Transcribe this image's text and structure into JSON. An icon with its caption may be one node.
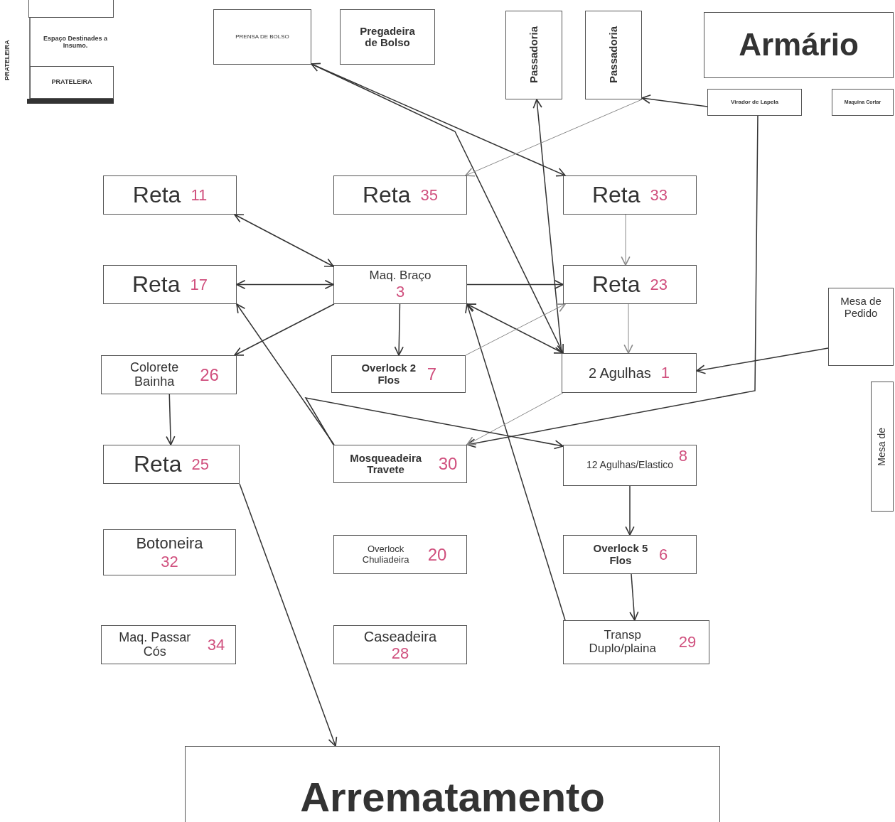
{
  "diagram": {
    "nodes": [
      {
        "text": [],
        "shape": "box"
      },
      {
        "text": [
          "PRATELEIRA"
        ]
      },
      {
        "text": [
          "PRENSA DE BOLSO"
        ]
      },
      {
        "text": [
          "Pregadeira de Bolso"
        ]
      },
      {
        "text": [
          "Passadoria"
        ]
      },
      {
        "text": [
          "Passadoria"
        ]
      },
      {
        "text": [
          "Armário"
        ]
      },
      {
        "text": [
          "Virador de Lapela"
        ]
      },
      {
        "text": [
          "Maquina Cortar"
        ]
      },
      {
        "text": [
          "Reta",
          "11"
        ]
      },
      {
        "text": [
          "Reta",
          "35"
        ]
      },
      {
        "text": [
          "Reta",
          "33"
        ]
      },
      {
        "text": [
          "Reta",
          "17"
        ]
      },
      {
        "text": [
          "Maq. Braço",
          "3"
        ]
      },
      {
        "text": [
          "Reta",
          "23"
        ]
      },
      {
        "text": [
          "Mesa de Pedido"
        ]
      },
      {
        "text": [
          "Colorete Bainha",
          "26"
        ]
      },
      {
        "text": [
          "Overlock 2 Flos",
          "7"
        ]
      },
      {
        "text": [
          "2 Agulhas",
          "1"
        ]
      },
      {
        "text": [
          "Mesa de"
        ]
      },
      {
        "text": [
          "Reta",
          "25"
        ]
      },
      {
        "text": [
          "Mosqueadeira Travete",
          "30"
        ]
      },
      {
        "text": [
          "12 Agulhas/Elastico",
          "8"
        ]
      },
      {
        "text": [
          "Botoneira",
          "32"
        ]
      },
      {
        "text": [
          "Overlock Chuliadeira",
          "20"
        ]
      },
      {
        "text": [
          "Overlock 5 Flos",
          "6"
        ]
      },
      {
        "text": [
          "Maq. Passar Cós",
          "34"
        ]
      },
      {
        "text": [
          "Caseadeira",
          "28"
        ]
      },
      {
        "text": [
          "Transp Duplo/plaina",
          "29"
        ]
      },
      {
        "text": [
          "Arrematamento"
        ]
      }
    ],
    "edges": [
      {
        "from": 9,
        "to": 13,
        "arrow": "both"
      },
      {
        "from": 12,
        "to": 13,
        "arrow": "both"
      },
      {
        "from": 13,
        "to": 14,
        "arrow": "to"
      },
      {
        "from": 13,
        "to": 16,
        "arrow": "to"
      },
      {
        "from": 13,
        "to": 17,
        "arrow": "to"
      },
      {
        "from": 11,
        "to": 14,
        "arrow": "to",
        "color": "#8a8a8a"
      },
      {
        "from": 14,
        "to": 18,
        "arrow": "to",
        "color": "#8a8a8a"
      },
      {
        "from": 15,
        "to": 18,
        "arrow": "to"
      },
      {
        "from": 16,
        "to": 20,
        "arrow": "to"
      },
      {
        "from": 20,
        "to": 29,
        "arrow": "to"
      },
      {
        "from": 22,
        "to": 25,
        "arrow": "to"
      },
      {
        "from": 25,
        "to": 28,
        "arrow": "to"
      },
      {
        "from": 28,
        "to": 13,
        "arrow": "to"
      },
      {
        "from": 18,
        "to": 13,
        "arrow": "both"
      },
      {
        "from": 18,
        "to": 4,
        "arrow": "to"
      },
      {
        "from": 2,
        "to": 11,
        "arrow": "both"
      },
      {
        "from": 2,
        "to": 18,
        "arrow": "to"
      },
      {
        "from": 7,
        "to": 5,
        "arrow": "to"
      },
      {
        "from": 5,
        "to": 10,
        "arrow": "to",
        "color": "#8a8a8a"
      },
      {
        "from": 7,
        "to": 21,
        "arrow": "to"
      },
      {
        "from": 18,
        "to": 21,
        "arrow": "to",
        "color": "#8a8a8a"
      },
      {
        "from": 17,
        "to": 14,
        "arrow": "to",
        "color": "#8a8a8a"
      },
      {
        "from": 21,
        "to": 12,
        "arrow": "to"
      },
      {
        "from": 21,
        "to": 22,
        "arrow": "to"
      }
    ],
    "labels": [
      "PRATELEIRA",
      "Espaço Destinades a Insumo."
    ]
  }
}
